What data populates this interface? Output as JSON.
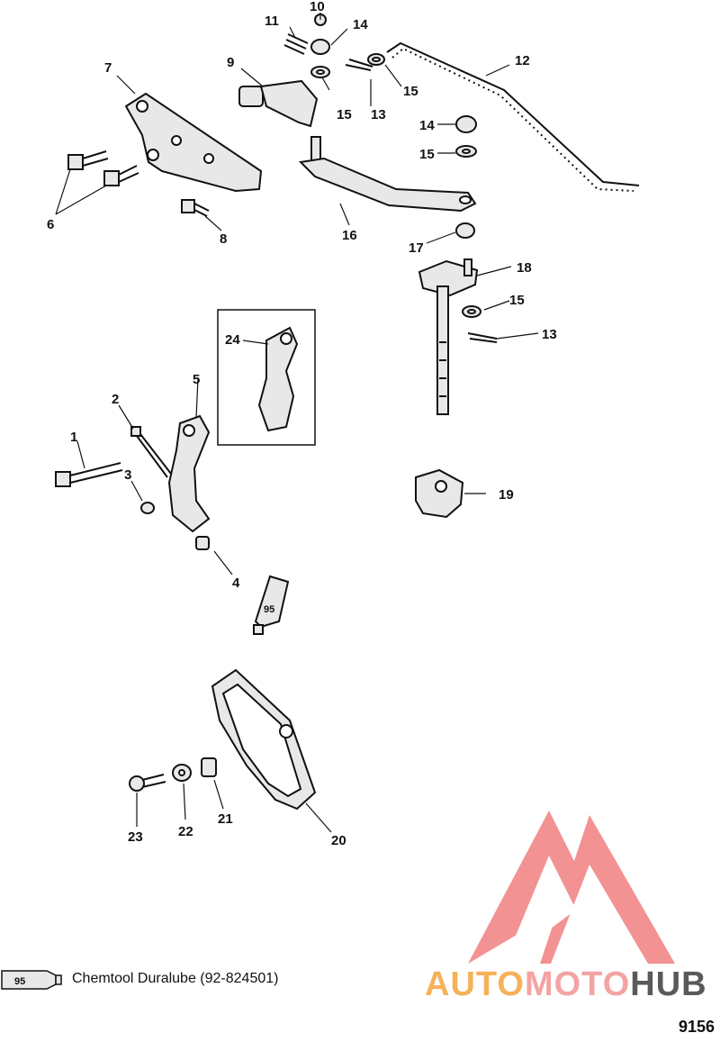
{
  "callouts": [
    {
      "id": "1",
      "label": "1"
    },
    {
      "id": "2",
      "label": "2"
    },
    {
      "id": "3",
      "label": "3"
    },
    {
      "id": "4",
      "label": "4"
    },
    {
      "id": "5",
      "label": "5"
    },
    {
      "id": "6",
      "label": "6"
    },
    {
      "id": "7",
      "label": "7"
    },
    {
      "id": "8",
      "label": "8"
    },
    {
      "id": "9",
      "label": "9"
    },
    {
      "id": "10",
      "label": "10"
    },
    {
      "id": "11",
      "label": "11"
    },
    {
      "id": "12",
      "label": "12"
    },
    {
      "id": "13a",
      "label": "13"
    },
    {
      "id": "13b",
      "label": "13"
    },
    {
      "id": "14a",
      "label": "14"
    },
    {
      "id": "14b",
      "label": "14"
    },
    {
      "id": "15a",
      "label": "15"
    },
    {
      "id": "15b",
      "label": "15"
    },
    {
      "id": "15c",
      "label": "15"
    },
    {
      "id": "15d",
      "label": "15"
    },
    {
      "id": "16",
      "label": "16"
    },
    {
      "id": "17",
      "label": "17"
    },
    {
      "id": "18",
      "label": "18"
    },
    {
      "id": "19",
      "label": "19"
    },
    {
      "id": "20",
      "label": "20"
    },
    {
      "id": "21",
      "label": "21"
    },
    {
      "id": "22",
      "label": "22"
    },
    {
      "id": "23",
      "label": "23"
    },
    {
      "id": "24",
      "label": "24"
    }
  ],
  "tube_label": "95",
  "legend": {
    "tube_label": "95",
    "text": "Chemtool Duralube (92-824501)"
  },
  "figure_number": "9156",
  "watermark": {
    "part1": "AUTO",
    "part2": "MOTO",
    "part3": "HUB",
    "colors": {
      "triangle": "#f07575",
      "auto": "#f6b15a",
      "moto": "#f4a3a3",
      "hub": "#5a5a5a"
    }
  }
}
